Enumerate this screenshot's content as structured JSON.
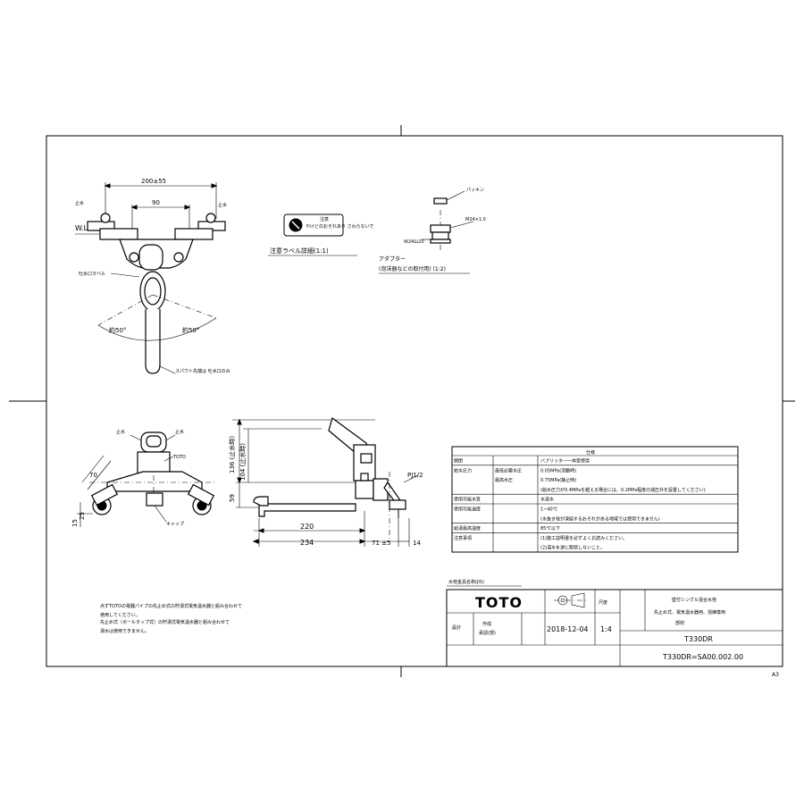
{
  "front_view": {
    "dim_overall": "200±55",
    "dim_center": "90",
    "label_water": "止水",
    "label_hot": "止水",
    "label_wl": "W.L",
    "label_bracket": "吐水口ラベル",
    "angle_left": "約50°",
    "angle_right": "約50°",
    "label_spout_note": "スパウト先端は\n吐水口のみ"
  },
  "caution_label": {
    "title": "注意",
    "body": "やけどのおそれあり\nさわらないで",
    "caption": "注意ラベル詳細(1:1)"
  },
  "adapter": {
    "label_packing": "パッキン",
    "label_thread": "M24×1.0",
    "label_w": "W24山20",
    "caption_1": "アダプター",
    "caption_2": "(泡沫器などの取付用) (1:2)"
  },
  "bottom_view": {
    "label_cold": "止水",
    "label_hot": "止水",
    "label_brand": "TOTO",
    "dim_70": "70",
    "dim_15": "15",
    "dim_25": "25",
    "label_cap": "キャップ"
  },
  "side_view": {
    "dim_136": "136 (止水時)",
    "dim_104": "104 (止水時)",
    "dim_59": "59",
    "dim_220": "220",
    "dim_234": "234",
    "dim_71": "71 ±5",
    "dim_14": "14",
    "label_pipe": "PJ1/2"
  },
  "spec_table": {
    "title": "仕様",
    "rows": [
      {
        "k1": "開閉",
        "k2": "",
        "v": "バブリッター一体型使用"
      },
      {
        "k1": "給水圧力",
        "k2": "最低必要水圧",
        "v": "0.05MPa(流動時)"
      },
      {
        "k1": "",
        "k2": "最高水圧",
        "v": "0.75MPa(静止時)"
      },
      {
        "k1": "",
        "k2": "",
        "v": "(給水圧力が0.4MPaを越える場合には、0.2MPa程度の減圧弁を設置してください)"
      },
      {
        "k1": "使用可能水質",
        "k2": "",
        "v": "水道水"
      },
      {
        "k1": "使用可能温度",
        "k2": "",
        "v": "1~40℃"
      },
      {
        "k1": "",
        "k2": "",
        "v": "(水抜き栓が凍結するおそれがある地域では使用できません)"
      },
      {
        "k1": "給湯最高温度",
        "k2": "",
        "v": "85℃以下"
      },
      {
        "k1": "注意事項",
        "k2": "",
        "v": "(1)施工説明書を必ずよくお読みください。"
      },
      {
        "k1": "",
        "k2": "",
        "v": "(2)湯水を逆に配管しないこと。"
      }
    ]
  },
  "notes": {
    "standard": "水栓金具名称(JIS)",
    "lines": [
      "点ずTOTOの電器パイプの先止め式の貯湯式電気温水器と組み合わせて",
      "使用してください。",
      "先止め式（ボールタップ式）の貯湯式電気温水器と組み合わせて",
      "湯水は使用できません。"
    ]
  },
  "title_block": {
    "logo": "TOTO",
    "projection": "第三角法",
    "scale_label": "尺度",
    "name_line1": "壁付シングル混合水栓",
    "name_line2": "先止め式、電気温水器用、混練専用",
    "name_line3": "部材",
    "label_design": "設計",
    "label_date_head": "作成",
    "label_check": "承認(部)",
    "date": "2018-12-04",
    "scale": "1:4",
    "model": "T330DR",
    "drawing_no": "T330DR=SA00.002.00"
  },
  "sheet": {
    "size": "A3"
  }
}
